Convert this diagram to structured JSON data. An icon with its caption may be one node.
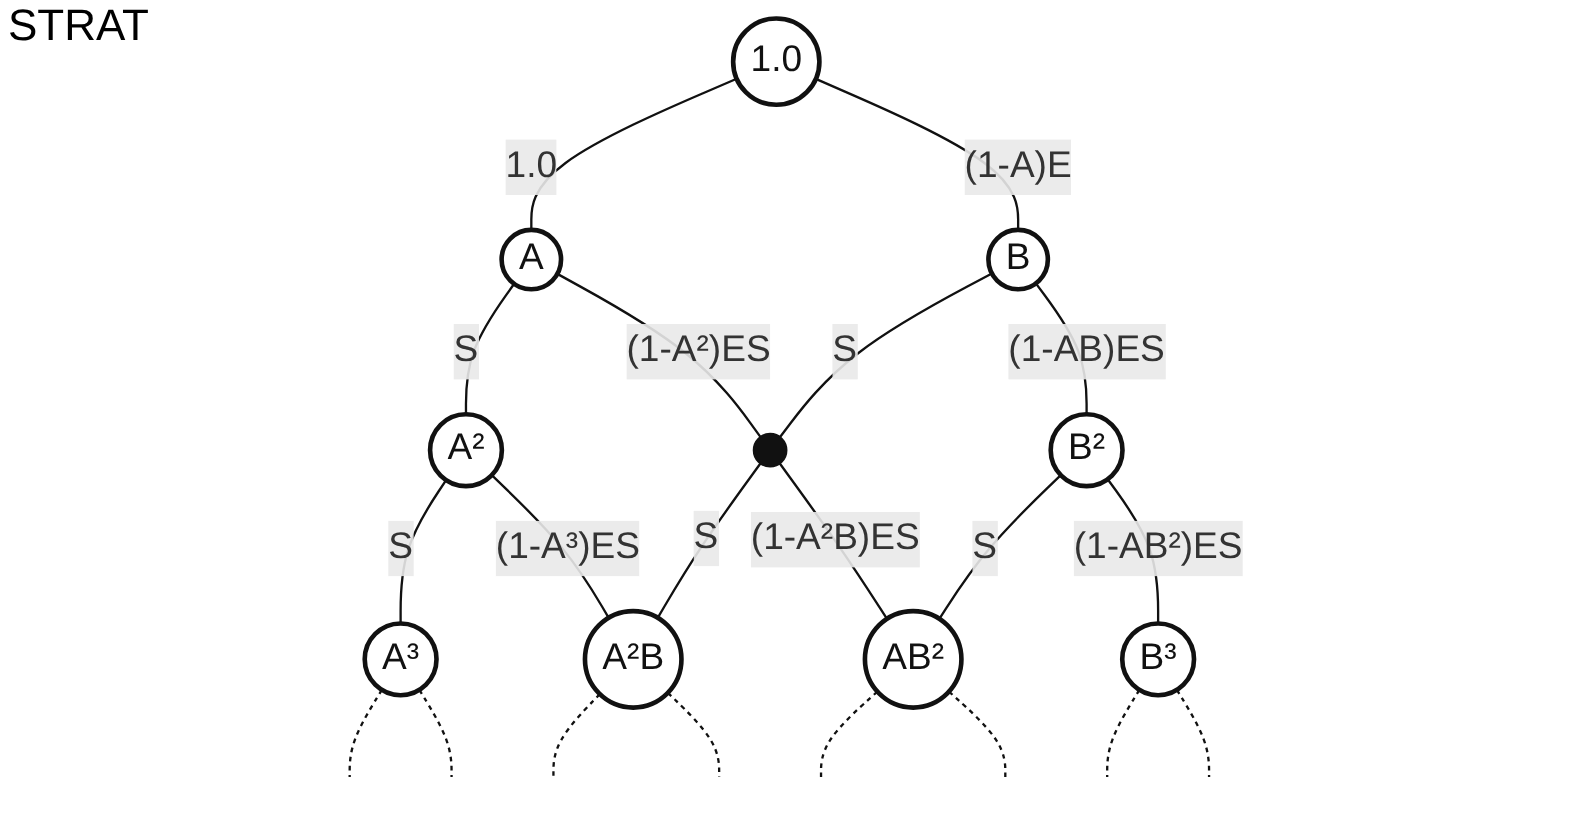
{
  "diagram": {
    "nodes": [
      {
        "text": [
          "1.0"
        ]
      },
      {
        "text": [
          "A"
        ]
      },
      {
        "text": [
          "B"
        ]
      },
      {
        "text": [
          "A²"
        ]
      },
      {
        "text": [],
        "shape": "circle"
      },
      {
        "text": [
          "B²"
        ]
      },
      {
        "text": [
          "A³"
        ]
      },
      {
        "text": [
          "A²B"
        ]
      },
      {
        "text": [
          "AB²"
        ]
      },
      {
        "text": [
          "B³"
        ]
      }
    ],
    "edges": [
      {
        "from": 0,
        "to": 1,
        "arrow": "none",
        "label": "1.0"
      },
      {
        "from": 0,
        "to": 2,
        "arrow": "none",
        "label": "(1-A)E"
      },
      {
        "from": 1,
        "to": 3,
        "arrow": "none",
        "label": "S"
      },
      {
        "from": 1,
        "to": 4,
        "arrow": "none",
        "label": "(1-A²)ES"
      },
      {
        "from": 2,
        "to": 4,
        "arrow": "none",
        "label": "S"
      },
      {
        "from": 2,
        "to": 5,
        "arrow": "none",
        "label": "(1-AB)ES"
      },
      {
        "from": 3,
        "to": 6,
        "arrow": "none",
        "label": "S"
      },
      {
        "from": 3,
        "to": 7,
        "arrow": "none",
        "label": "(1-A³)ES"
      },
      {
        "from": 4,
        "to": 7,
        "arrow": "none",
        "label": "S"
      },
      {
        "from": 4,
        "to": 8,
        "arrow": "none",
        "label": "(1-A²B)ES"
      },
      {
        "from": 5,
        "to": 8,
        "arrow": "none",
        "label": "S"
      },
      {
        "from": 5,
        "to": 9,
        "arrow": "none",
        "label": "(1-AB²)ES"
      },
      {
        "from": 6,
        "to": null,
        "arrow": "none",
        "style": "dashed"
      },
      {
        "from": 6,
        "to": null,
        "arrow": "none",
        "style": "dashed"
      },
      {
        "from": 7,
        "to": null,
        "arrow": "none",
        "style": "dashed"
      },
      {
        "from": 7,
        "to": null,
        "arrow": "none",
        "style": "dashed"
      },
      {
        "from": 8,
        "to": null,
        "arrow": "none",
        "style": "dashed"
      },
      {
        "from": 8,
        "to": null,
        "arrow": "none",
        "style": "dashed"
      },
      {
        "from": 9,
        "to": null,
        "arrow": "none",
        "style": "dashed"
      },
      {
        "from": 9,
        "to": null,
        "arrow": "none",
        "style": "dashed"
      }
    ],
    "labels": [
      "STRAT"
    ]
  }
}
